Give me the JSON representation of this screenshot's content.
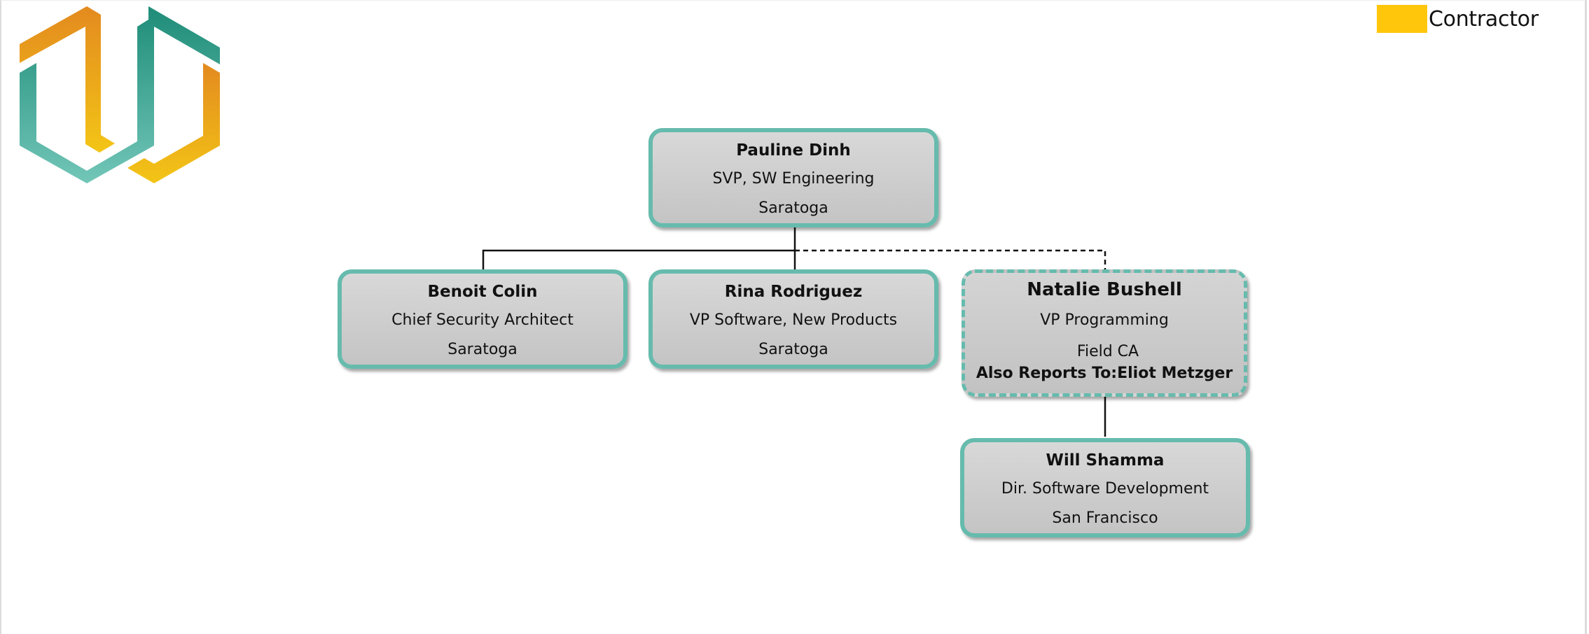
{
  "legend": {
    "items": [
      {
        "label": "Contractor",
        "color": "#ffc60b"
      }
    ]
  },
  "colors": {
    "node_border": "#66bbad",
    "logo_orange": "#e38a1f",
    "logo_yellow": "#f3c516",
    "logo_teal_dark": "#1e8c78",
    "logo_teal_light": "#6fc4b6"
  },
  "org": {
    "root": {
      "name": "Pauline Dinh",
      "title": "SVP, SW Engineering",
      "location": "Saratoga"
    },
    "reports": [
      {
        "name": "Benoit Colin",
        "title": "Chief Security Architect",
        "location": "Saratoga",
        "style": "solid"
      },
      {
        "name": "Rina Rodriguez",
        "title": "VP Software, New Products",
        "location": "Saratoga",
        "style": "solid"
      },
      {
        "name": "Natalie Bushell",
        "title": "VP Programming",
        "location": "Field CA",
        "style": "dashed",
        "also_reports_label": "Also Reports To:",
        "also_reports_to": "Eliot Metzger"
      }
    ],
    "sub_reports": [
      {
        "manager": "Natalie Bushell",
        "name": "Will Shamma",
        "title": "Dir. Software Development",
        "location": "San Francisco",
        "style": "solid"
      }
    ]
  }
}
